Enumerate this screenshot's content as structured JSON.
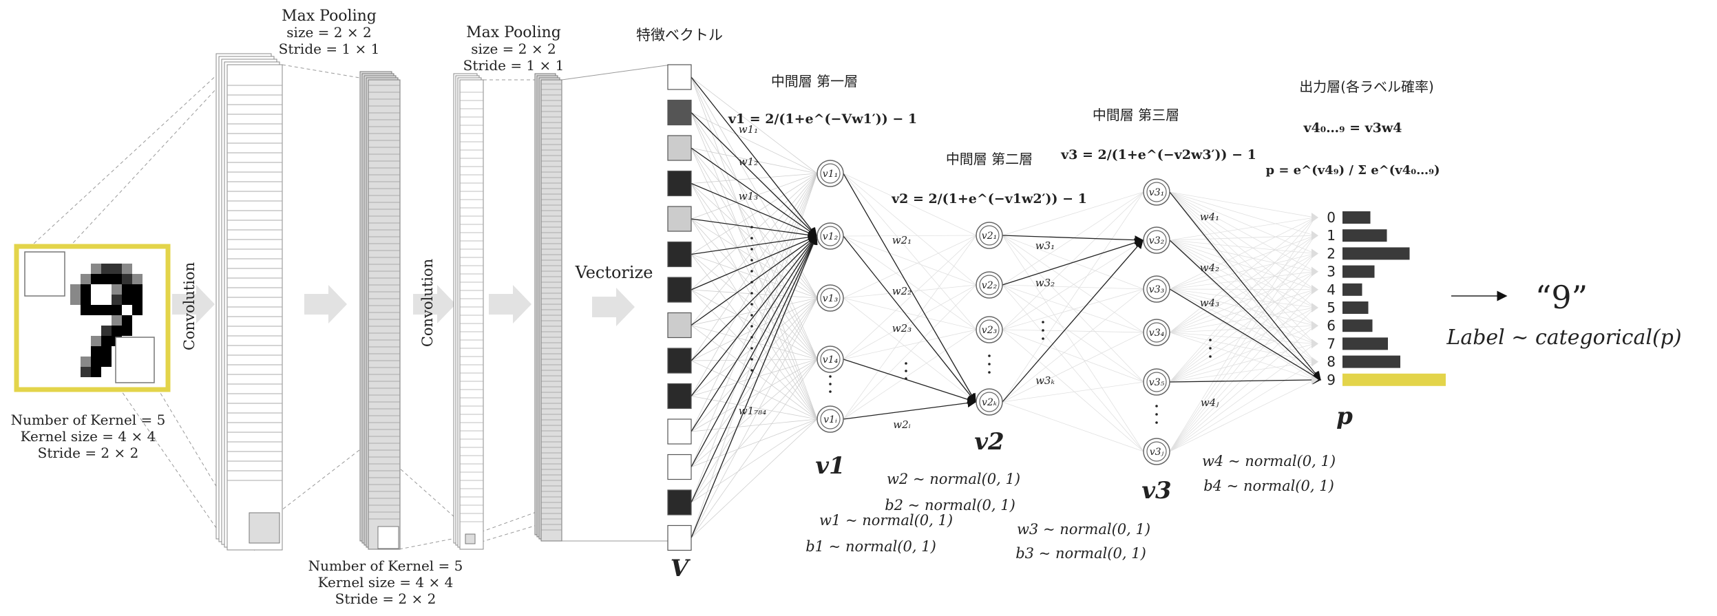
{
  "input": {
    "caption": [
      "Number of Kernel = 5",
      "Kernel size = 4 × 4",
      "Stride = 2 × 2"
    ],
    "highlight_color": "#e3d44a"
  },
  "stages": {
    "conv1": "Convolution",
    "conv2": "Convolution",
    "pool1": [
      "Max Pooling",
      "size = 2 × 2",
      "Stride = 1 × 1"
    ],
    "pool2": [
      "Max Pooling",
      "size = 2 × 2",
      "Stride = 1 × 1"
    ],
    "conv2_caption": [
      "Number of Kernel = 5",
      "Kernel size = 4 × 4",
      "Stride = 2 × 2"
    ],
    "vectorize": "Vectorize"
  },
  "feature_vector": {
    "title": "特徴ベクトル",
    "label": "V",
    "cells": [
      "white",
      "dark",
      "light",
      "black",
      "light",
      "black",
      "black",
      "light",
      "black",
      "black",
      "white",
      "white",
      "black",
      "white"
    ]
  },
  "layer1": {
    "title": "中間層 第一層",
    "formula": "v1 = 2/(1+e^(−Vw1′)) − 1",
    "label": "v1",
    "weights": [
      "w1₁",
      "w1₂",
      "w1₃",
      "w1₇₈₄"
    ],
    "nodes": [
      "v1₁",
      "v1₂",
      "v1₃",
      "v1₄",
      "v1ᵢ"
    ],
    "priors": [
      "w1 ~ normal(0, 1)",
      "b1 ~ normal(0, 1)"
    ]
  },
  "layer2": {
    "title": "中間層 第二層",
    "formula": "v2 = 2/(1+e^(−v1w2′)) − 1",
    "label": "v2",
    "weights": [
      "w2₁",
      "w2₂",
      "w2₃",
      "w2ᵢ"
    ],
    "nodes": [
      "v2₁",
      "v2₂",
      "v2₃",
      "v2ₖ"
    ],
    "priors": [
      "w2 ~ normal(0, 1)",
      "b2 ~ normal(0, 1)"
    ]
  },
  "layer3": {
    "title": "中間層 第三層",
    "formula": "v3 = 2/(1+e^(−v2w3′)) − 1",
    "label": "v3",
    "weights": [
      "w3₁",
      "w3₂",
      "w3ₖ"
    ],
    "nodes": [
      "v3₁",
      "v3₂",
      "v3₃",
      "v3₄",
      "v3₅",
      "v3ⱼ"
    ],
    "priors": [
      "w3 ~ normal(0, 1)",
      "b3 ~ normal(0, 1)"
    ]
  },
  "output": {
    "title": "出力層(各ラベル確率)",
    "formula1": "v4₀…₉ = v3w4",
    "formula2": "p = e^(v4₉) / Σ e^(v4₀…₉)",
    "label": "p",
    "weights": [
      "w4₁",
      "w4₂",
      "w4₃",
      "w4ⱼ"
    ],
    "priors": [
      "w4 ~ normal(0, 1)",
      "b4 ~ normal(0, 1)"
    ],
    "digits": [
      "0",
      "1",
      "2",
      "3",
      "4",
      "5",
      "6",
      "7",
      "8",
      "9"
    ],
    "probabilities": [
      0.27,
      0.43,
      0.65,
      0.31,
      0.19,
      0.25,
      0.29,
      0.44,
      0.56,
      1.0
    ],
    "bar_color": "#3a3a3a",
    "winner_color": "#e3d44a"
  },
  "result": {
    "prediction": "“9”",
    "distribution": "Label ~ categorical(p)"
  }
}
